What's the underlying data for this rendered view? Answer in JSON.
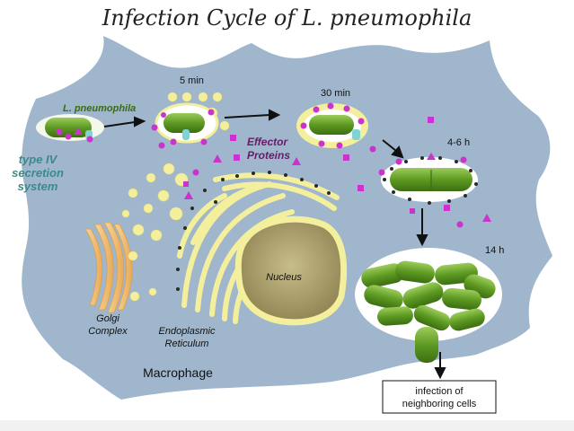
{
  "title": "Infection Cycle of L. pneumophila",
  "labels": {
    "bacterium": "L. pneumophila",
    "secretion_1": "type IV",
    "secretion_2": "secretion",
    "secretion_3": "system",
    "t5": "5 min",
    "t30": "30 min",
    "t46": "4-6 h",
    "t14": "14 h",
    "effector_1": "Effector",
    "effector_2": "Proteins",
    "nucleus": "Nucleus",
    "golgi_1": "Golgi",
    "golgi_2": "Complex",
    "er_1": "Endoplasmic",
    "er_2": "Reticulum",
    "macrophage": "Macrophage",
    "infect_1": "infection of",
    "infect_2": "neighboring cells"
  },
  "colors": {
    "cell": "#9fb6cc",
    "bacterium": "#6fa52a",
    "vesicle": "#f4ef9c",
    "effector": "#cc33cc",
    "nucleus": "#b9ae78",
    "golgi": "#f0c27a",
    "secretion_text": "#3a8a8a",
    "effector_text": "#6a1a6a"
  }
}
